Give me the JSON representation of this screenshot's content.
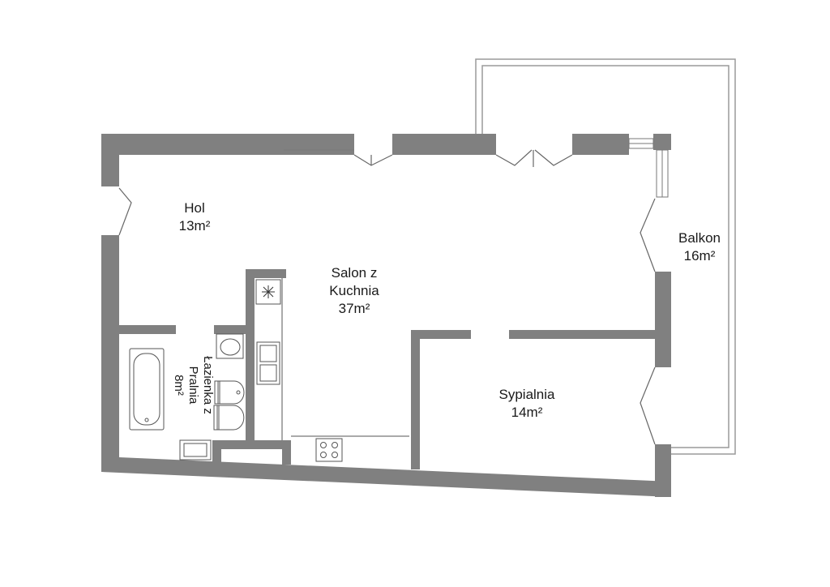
{
  "colors": {
    "wall": "#808080",
    "fixture_stroke": "#555555",
    "balcony_stroke": "#9a9a9a",
    "background": "#ffffff"
  },
  "rooms": {
    "hol": {
      "name": "Hol",
      "area": "13m²"
    },
    "salon": {
      "name_line1": "Salon z",
      "name_line2": "Kuchnia",
      "area": "37m²"
    },
    "balkon": {
      "name": "Balkon",
      "area": "16m²"
    },
    "lazienka": {
      "name_line1": "Łazienka z",
      "name_line2": "Pralnia",
      "area": "8m²"
    },
    "sypialnia": {
      "name": "Sypialnia",
      "area": "14m²"
    }
  }
}
